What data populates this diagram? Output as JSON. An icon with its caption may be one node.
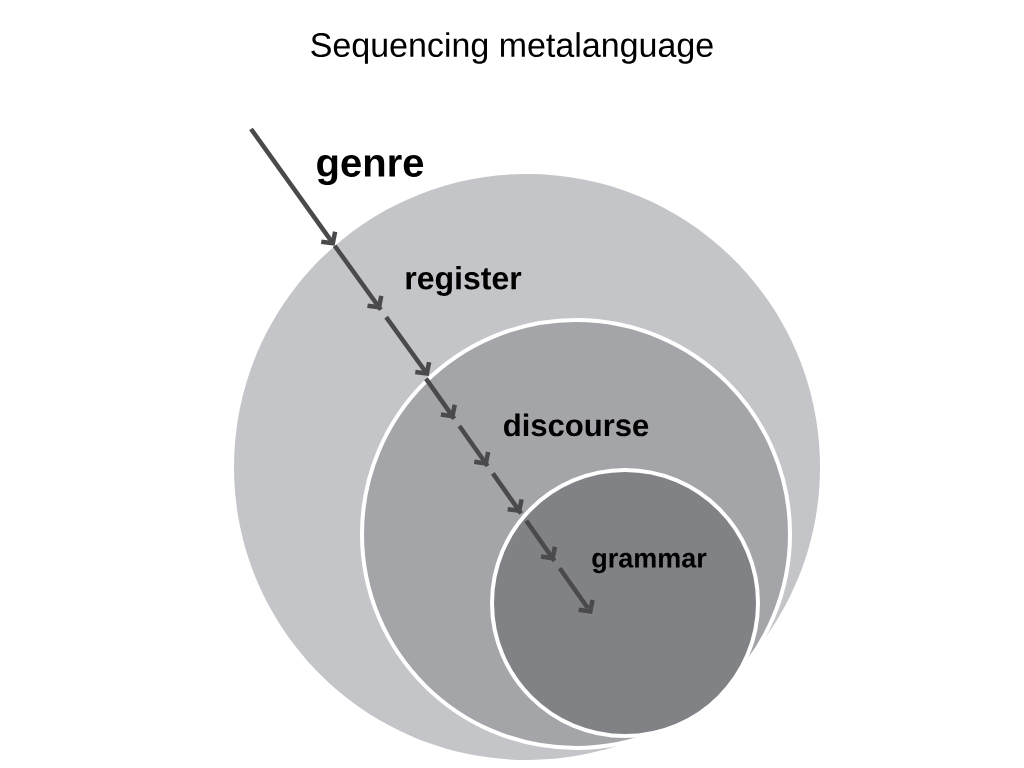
{
  "diagram": {
    "title": "Sequencing metalanguage",
    "nodes": [
      {
        "text": [
          "register"
        ]
      },
      {
        "text": [
          "discourse"
        ],
        "in": 0
      },
      {
        "text": [
          "grammar"
        ],
        "in": 1
      }
    ],
    "edges": [
      {
        "from": null,
        "to": 0,
        "arrow": "to"
      },
      {
        "from": 0,
        "to": 1,
        "arrow": "to",
        "style": "dashed"
      },
      {
        "from": 1,
        "to": 2,
        "arrow": "to",
        "style": "dashed"
      }
    ],
    "labels": [
      "genre"
    ]
  }
}
